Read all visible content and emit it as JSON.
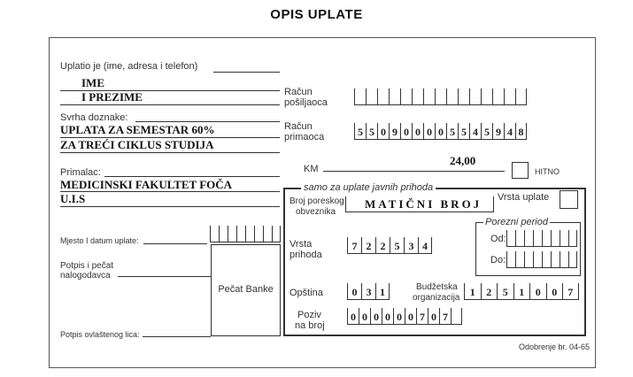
{
  "page_title": "OPIS UPLATE",
  "payer": {
    "label": "Uplatio je (ime, adresa i telefon)",
    "line1": "IME",
    "line2": "I PREZIME"
  },
  "sender_account": {
    "label_line1": "Račun",
    "label_line2": "pošiljaoca"
  },
  "purpose": {
    "label": "Svrha doznake:",
    "line1": "UPLATA ZA SEMESTAR 60%",
    "line2": "ZA TREĆI CIKLUS STUDIJA"
  },
  "recipient_account": {
    "label_line1": "Račun",
    "label_line2": "primaoca",
    "digits": [
      "5",
      "5",
      "0",
      "9",
      "0",
      "0",
      "0",
      "0",
      "5",
      "5",
      "4",
      "5",
      "9",
      "4",
      "8"
    ]
  },
  "amount": {
    "currency": "KM",
    "value": "24,00"
  },
  "urgent": {
    "label": "HITNO"
  },
  "recipient": {
    "label": "Primalac:",
    "line1": "MEDICINSKI FAKULTET FOČA",
    "line2": "U.I.S"
  },
  "public_revenue": {
    "title": "samo za uplate javnih prihoda",
    "payment_type_label": "Vrsta uplate",
    "tax_id_label_line1": "Broj poreskog",
    "tax_id_label_line2": "obveznika",
    "tax_id_value": "MATIČNI BROJ",
    "revenue_type_label_line1": "Vrsta",
    "revenue_type_label_line2": "prihoda",
    "revenue_type_digits": [
      "7",
      "2",
      "2",
      "5",
      "3",
      "4"
    ],
    "tax_period_title": "Porezni period",
    "from_label": "Od:",
    "to_label": "Do:",
    "municipality_label": "Opština",
    "municipality_digits": [
      "0",
      "3",
      "1"
    ],
    "budget_org_label_line1": "Budžetska",
    "budget_org_label_line2": "organizacija",
    "budget_org_digits": [
      "1",
      "2",
      "5",
      "1",
      "0",
      "0",
      "7"
    ],
    "reference_label_line1": "Poziv",
    "reference_label_line2": "na broj",
    "reference_digits": [
      "0",
      "0",
      "0",
      "0",
      "0",
      "0",
      "7",
      "0",
      "7"
    ]
  },
  "place_date_label": "Mjesto I datum uplate:",
  "sender_sign_label_line1": "Potpis i pečat",
  "sender_sign_label_line2": "nalogodavca",
  "bank_stamp_label": "Pečat Banke",
  "authorized_sign_label": "Potpis ovlaštenog lica:",
  "approval": "Odobrenje br. 04-65"
}
